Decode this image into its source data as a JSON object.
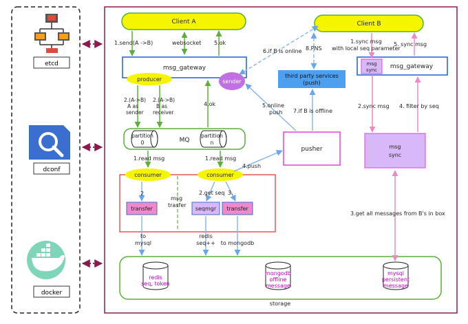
{
  "left_panel": {
    "etcd": "etcd",
    "dconf": "dconf",
    "docker": "docker"
  },
  "nodes": {
    "client_a": "Client A",
    "client_b": "Client B",
    "msg_gateway_a": "msg_gateway",
    "producer": "producer",
    "sender": "sender",
    "mq": "MQ",
    "partition_0": [
      "partition",
      "0"
    ],
    "partition_n": [
      "partition",
      "n"
    ],
    "consumer_1": "consumer",
    "consumer_2": "consumer",
    "transfer_1": "transfer",
    "transfer_2": "transfer",
    "seqmgr": "seqmgr",
    "third_party": [
      "third party services",
      "(push)"
    ],
    "pusher": "pusher",
    "msg_sync_small": [
      "msg",
      "sync"
    ],
    "msg_gateway_b": "msg_gateway",
    "msg_sync_big": [
      "msg",
      "sync"
    ],
    "redis": [
      "redis",
      "seq, token"
    ],
    "mongodb": [
      "mongodb",
      "offline",
      "message"
    ],
    "mysql": [
      "mysql",
      "persistent",
      "message"
    ],
    "storage": "storage"
  },
  "labels": {
    "send": "1.send(A ->B)",
    "websocket": "websocket",
    "ok5": "5.ok",
    "a_sender": [
      "2.(A->B)",
      "A as",
      "sender"
    ],
    "b_receiver": [
      "2.(A->B)",
      "B as",
      "receiver"
    ],
    "ok4": "4.ok",
    "if_online": "6.if B is online",
    "pns": "8.PNS",
    "online_push": [
      "5.online",
      "push"
    ],
    "if_offline": "7.if B is offline",
    "read_msg_1": "1.read msg",
    "read_msg_2": "1.read msg",
    "push4": "4.push",
    "two": "2",
    "get_seq": "2.get seq",
    "three": "3.",
    "msg_trasfer": [
      "msg",
      "trasfer"
    ],
    "to_mysql": [
      "to",
      "mysql"
    ],
    "redis_seq": [
      "redis",
      "seq++"
    ],
    "to_mongodb": "to mongodb",
    "sync_msg_local": [
      "1.sync msg",
      "with local seq parameter"
    ],
    "sync_msg_5": "5. sync msg",
    "sync_msg_2": "2.sync msg",
    "filter_seq": "4. filter by seq",
    "get_all": "3.get all messages from B's in box"
  },
  "colors": {
    "frame": "#8b1a4a",
    "client_fill": "#f5f500",
    "client_stroke": "#55b033",
    "green": "#5ab03a",
    "blue": "#1a5fd8",
    "light_blue": "#8ab8ea",
    "pink": "#ee88c8",
    "magenta_stroke": "#e040e0",
    "purple_fill": "#d8b8f8",
    "red": "#e03030",
    "storage_text": "#c000c0",
    "third_party_fill": "#4d9ff0",
    "sender_fill": "#c070e0"
  }
}
